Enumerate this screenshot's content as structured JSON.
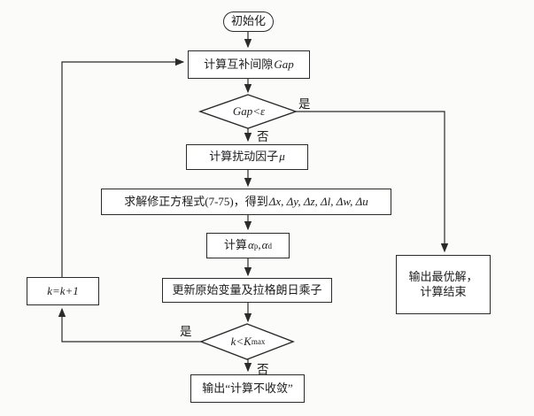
{
  "colors": {
    "background": "#fbfbf9",
    "line": "#2b2b2b",
    "node_fill": "#ffffff",
    "text": "#1c1c1c"
  },
  "nodes": {
    "start": {
      "label": "初始化"
    },
    "gap_box": {
      "prefix": "计算互补间隙",
      "math": "Gap"
    },
    "gap_decision": {
      "math": "Gap<ε"
    },
    "mu_box": {
      "prefix": "计算扰动因子",
      "math": "μ"
    },
    "solve_box": {
      "prefix": "求解修正方程式(7-75)，得到",
      "math": "Δx, Δy, Δz, Δl, Δw, Δu"
    },
    "alpha_box": {
      "prefix": "计算",
      "alpha1": "α",
      "sub1": "p",
      "comma": ",",
      "alpha2": "α",
      "sub2": "d"
    },
    "update_box": {
      "label": "更新原始变量及拉格朗日乘子"
    },
    "iter_decision": {
      "math": "k<K",
      "sub": "max"
    },
    "no_converge_box": {
      "label": "输出“计算不收敛”"
    },
    "increment_box": {
      "math": "k=k+1"
    },
    "optimal_box": {
      "line1": "输出最优解，",
      "line2": "计算结束"
    }
  },
  "edge_labels": {
    "gap_yes": "是",
    "gap_no": "否",
    "iter_yes": "是",
    "iter_no": "否"
  }
}
